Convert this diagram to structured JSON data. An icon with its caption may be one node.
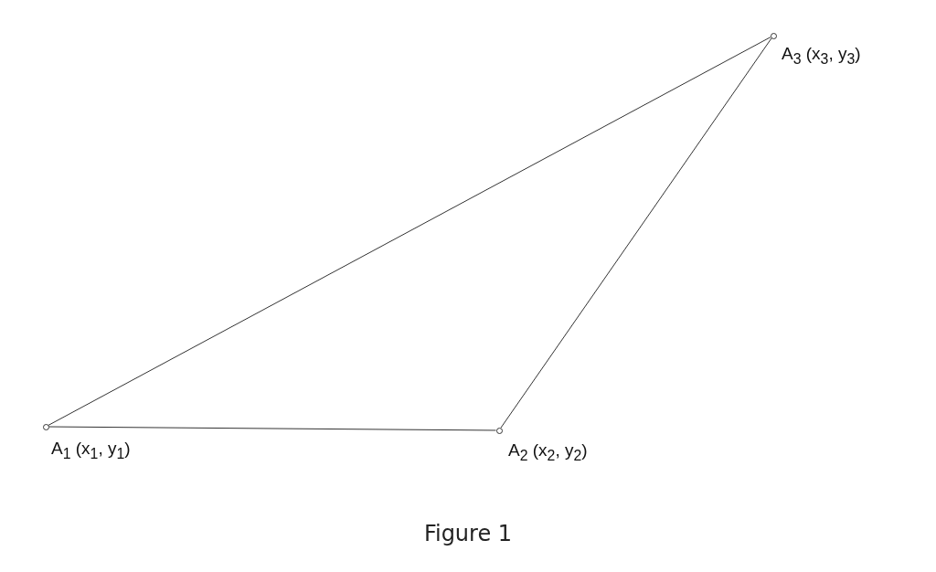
{
  "diagram": {
    "caption": "Figure 1",
    "nodes": [
      {
        "text": [],
        "shape": "circle",
        "beside": [
          "A$_{1}$ (x$_{1}$, y$_{1}$)"
        ]
      },
      {
        "text": [],
        "shape": "circle",
        "beside": [
          "A$_{2}$ (x$_{2}$, y$_{2}$)"
        ]
      },
      {
        "text": [],
        "shape": "circle",
        "beside": [
          "A$_{3}$ (x$_{3}$, y$_{3}$)"
        ]
      }
    ],
    "edges": [
      {
        "from": 0,
        "to": 2,
        "arrow": "none"
      },
      {
        "from": 0,
        "to": 1,
        "arrow": "none"
      },
      {
        "from": 1,
        "to": 2,
        "arrow": "none"
      }
    ]
  }
}
